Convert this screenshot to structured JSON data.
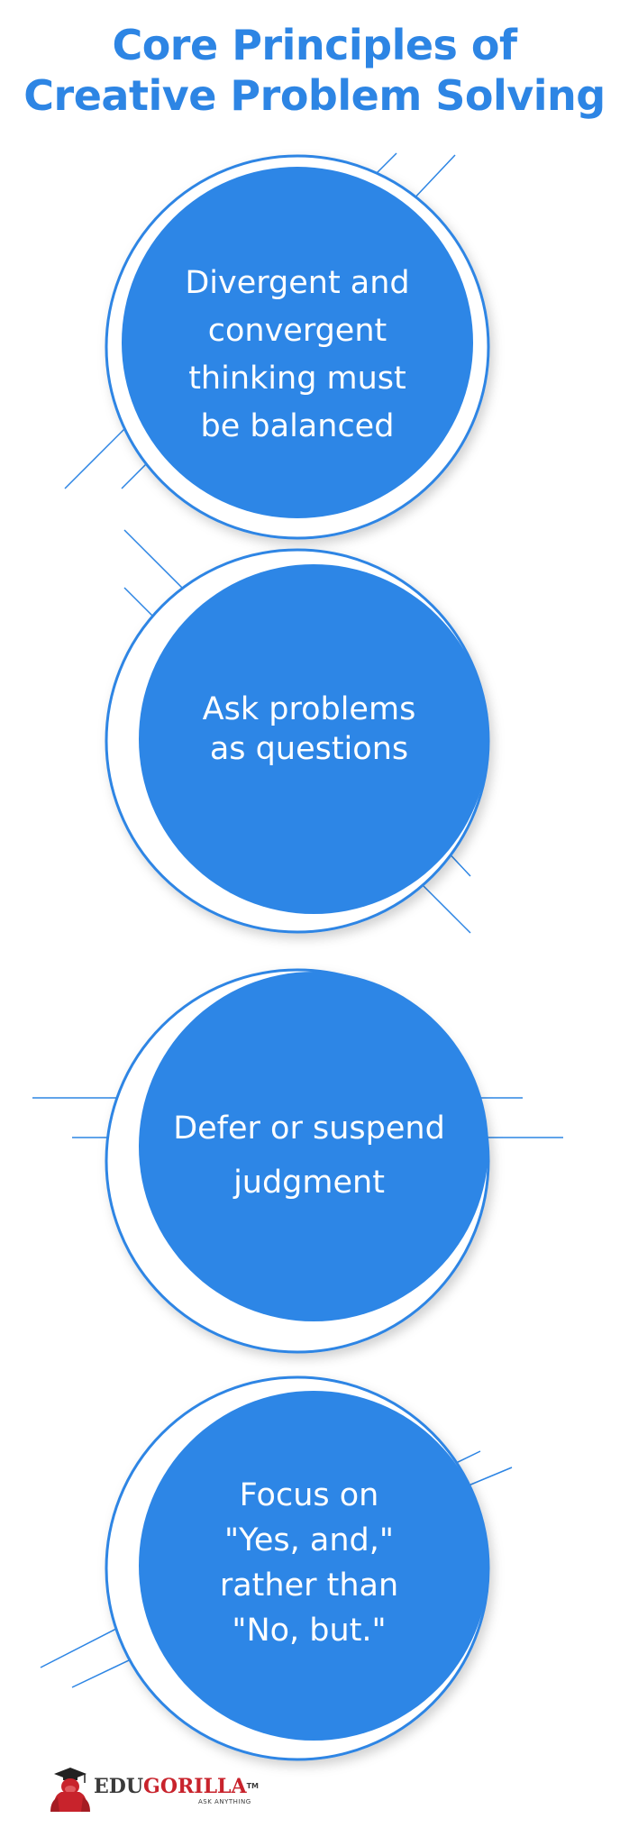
{
  "title": {
    "line1": "Core Principles of",
    "line2": "Creative Problem Solving"
  },
  "colors": {
    "accent": "#2d85e4",
    "circle_fill": "#2d86e6",
    "background": "#ffffff",
    "logo_red": "#c8232c",
    "logo_dark": "#3a3a3a"
  },
  "principles": [
    {
      "lines": [
        "Divergent and",
        "convergent",
        "thinking must",
        "be balanced"
      ]
    },
    {
      "lines": [
        "Ask problems",
        "as questions"
      ]
    },
    {
      "lines": [
        "Defer or suspend",
        "judgment"
      ]
    },
    {
      "lines": [
        "Focus on",
        "\"Yes, and,\"",
        "rather than",
        "\"No, but.\""
      ]
    }
  ],
  "logo": {
    "name_part1": "EDU",
    "name_part2": "GORILLA",
    "trademark": "TM",
    "tagline": "ASK ANYTHING",
    "icon": "gorilla-graduate-icon"
  }
}
